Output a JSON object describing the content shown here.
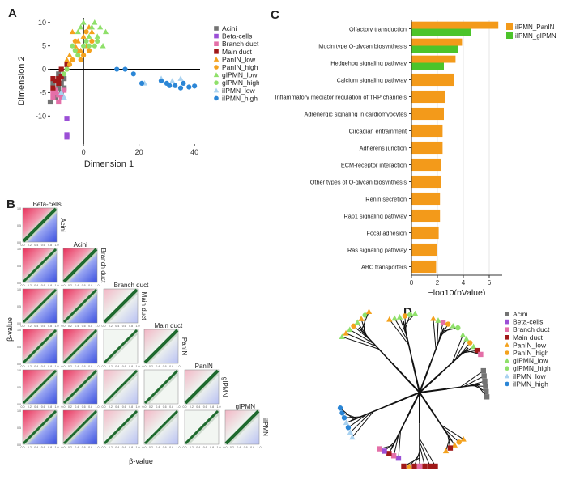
{
  "panel_labels": {
    "a": "A",
    "b": "B",
    "c": "C",
    "d": "D"
  },
  "colors": {
    "Acini": "#737373",
    "Beta-cells": "#9b4fd6",
    "Branch duct": "#e46fa8",
    "Main duct": "#a01818",
    "PanIN_low": "#f4a21e",
    "PanIN_high": "#f4a21e",
    "gIPMN_low": "#8fe06a",
    "gIPMN_high": "#8fe06a",
    "iIPMN_low": "#a9d2f0",
    "iIPMN_high": "#2b86d6",
    "bar_iIPMN_PanIN": "#f39a1a",
    "bar_iIPMN_gIPMN": "#4cc42a",
    "heat_red": "#e8305a",
    "heat_blue": "#3a4fe0",
    "diag_green": "#1e6a2e"
  },
  "legend_groups": [
    {
      "name": "Acini",
      "shape": "square"
    },
    {
      "name": "Beta-cells",
      "shape": "square"
    },
    {
      "name": "Branch duct",
      "shape": "square"
    },
    {
      "name": "Main duct",
      "shape": "square"
    },
    {
      "name": "PanIN_low",
      "shape": "triangle"
    },
    {
      "name": "PanIN_high",
      "shape": "circle"
    },
    {
      "name": "gIPMN_low",
      "shape": "triangle"
    },
    {
      "name": "gIPMN_high",
      "shape": "circle"
    },
    {
      "name": "iIPMN_low",
      "shape": "triangle"
    },
    {
      "name": "iIPMN_high",
      "shape": "circle"
    }
  ],
  "panel_b": {
    "row_labels": [
      "Acini",
      "Branch duct",
      "Main duct",
      "PanIN",
      "gIPMN",
      "iIPMN"
    ],
    "col_labels": [
      "Beta-cells",
      "Acini",
      "Branch duct",
      "Main duct",
      "PanIN",
      "gIPMN"
    ],
    "xlabel": "β-value",
    "ylabel": "β-value",
    "ticks": [
      "0.0",
      "0.2",
      "0.4",
      "0.6",
      "0.8",
      "1.0"
    ]
  },
  "chart_data": [
    {
      "type": "scatter",
      "panel": "A",
      "xlabel": "Dimension 1",
      "ylabel": "Dimension 2",
      "xlim": [
        -12,
        42
      ],
      "ylim": [
        -16,
        11
      ],
      "xticks": [
        "0",
        "20",
        "40"
      ],
      "yticks": [
        "10",
        "5",
        "0",
        "-5",
        "-10"
      ],
      "series": [
        {
          "name": "Acini",
          "points": [
            [
              -9,
              -2
            ],
            [
              -8,
              -3
            ],
            [
              -7,
              -4
            ],
            [
              -8,
              -5
            ],
            [
              -10,
              -6
            ],
            [
              -9,
              -4
            ],
            [
              -11,
              -3
            ],
            [
              -7,
              -2
            ],
            [
              -12,
              -7
            ],
            [
              -9,
              -1
            ]
          ]
        },
        {
          "name": "Beta-cells",
          "points": [
            [
              -6,
              -10.5
            ],
            [
              -6,
              -14
            ],
            [
              -6,
              -14.5
            ]
          ]
        },
        {
          "name": "Branch duct",
          "points": [
            [
              -10,
              -5
            ],
            [
              -11,
              -6
            ],
            [
              -9,
              -7
            ],
            [
              -10,
              -4.5
            ],
            [
              -8,
              -6
            ],
            [
              -11,
              -5
            ],
            [
              -9,
              -5.5
            ],
            [
              -7,
              -4.5
            ]
          ]
        },
        {
          "name": "Main duct",
          "points": [
            [
              -9,
              -3
            ],
            [
              -10,
              -2.5
            ],
            [
              -11,
              -2
            ],
            [
              -8,
              -1.5
            ],
            [
              -11,
              -4
            ],
            [
              -8,
              0
            ],
            [
              -6,
              1
            ],
            [
              -9,
              -2
            ]
          ]
        },
        {
          "name": "PanIN_low",
          "points": [
            [
              -5,
              3
            ],
            [
              -3,
              5
            ],
            [
              -1,
              4
            ],
            [
              -4,
              8
            ],
            [
              0,
              7
            ],
            [
              2,
              9
            ],
            [
              -6,
              2
            ],
            [
              -2,
              6
            ],
            [
              1,
              5
            ],
            [
              3,
              8
            ]
          ]
        },
        {
          "name": "PanIN_high",
          "points": [
            [
              -4,
              2
            ],
            [
              -2,
              4
            ],
            [
              0,
              3
            ],
            [
              -5,
              1
            ],
            [
              1,
              8
            ],
            [
              3,
              6
            ],
            [
              -3,
              6
            ],
            [
              2,
              4
            ],
            [
              -6,
              0
            ],
            [
              -1,
              2
            ]
          ]
        },
        {
          "name": "gIPMN_low",
          "points": [
            [
              -1,
              9
            ],
            [
              4,
              10
            ],
            [
              6,
              9
            ],
            [
              5,
              7
            ],
            [
              0,
              10
            ],
            [
              7,
              5
            ],
            [
              2,
              7
            ],
            [
              -2,
              8
            ],
            [
              3,
              9
            ],
            [
              8,
              8
            ]
          ]
        },
        {
          "name": "gIPMN_high",
          "points": [
            [
              -3,
              4
            ],
            [
              -6,
              0
            ],
            [
              1,
              6
            ],
            [
              4,
              5
            ],
            [
              -4,
              5
            ],
            [
              2,
              5
            ],
            [
              -2,
              3
            ],
            [
              5,
              6
            ],
            [
              -7,
              -1
            ],
            [
              0,
              5
            ]
          ]
        },
        {
          "name": "iIPMN_low",
          "points": [
            [
              -7,
              -6
            ],
            [
              -8,
              -5
            ],
            [
              28,
              -2
            ],
            [
              32,
              -2.5
            ],
            [
              35,
              -2
            ],
            [
              22,
              -3
            ]
          ]
        },
        {
          "name": "iIPMN_high",
          "points": [
            [
              12,
              0
            ],
            [
              15,
              0
            ],
            [
              18,
              -1
            ],
            [
              21,
              -3
            ],
            [
              28,
              -2.5
            ],
            [
              30,
              -3
            ],
            [
              33,
              -3.5
            ],
            [
              36,
              -3
            ],
            [
              38,
              -3.8
            ],
            [
              40,
              -3.6
            ],
            [
              31,
              -3.5
            ],
            [
              35,
              -4
            ]
          ]
        }
      ]
    },
    {
      "type": "bar",
      "panel": "C",
      "xlabel": "−log10(pValue)",
      "ylabel": "",
      "xlim": [
        0,
        7
      ],
      "xticks": [
        "0",
        "2",
        "4",
        "6"
      ],
      "categories": [
        "Olfactory transduction",
        "Mucin type O-glycan biosynthesis",
        "Hedgehog signaling pathway",
        "Calcium signaling pathway",
        "Inflammatory mediator regulation of TRP channels",
        "Adrenergic signaling in cardiomyocytes",
        "Circadian entrainment",
        "Adherens junction",
        "ECM-receptor interaction",
        "Other types of O-glycan biosynthesis",
        "Renin secretion",
        "Rap1 signaling pathway",
        "Focal adhesion",
        "Ras signaling pathway",
        "ABC transporters"
      ],
      "series": [
        {
          "name": "iIPMN_PanIN",
          "values": [
            6.7,
            3.9,
            3.4,
            3.3,
            2.6,
            2.5,
            2.4,
            2.4,
            2.3,
            2.3,
            2.2,
            2.2,
            2.1,
            2.0,
            1.9
          ]
        },
        {
          "name": "iIPMN_gIPMN",
          "values": [
            4.6,
            3.6,
            2.5,
            null,
            null,
            null,
            null,
            null,
            null,
            null,
            null,
            null,
            null,
            null,
            null
          ]
        }
      ]
    }
  ]
}
